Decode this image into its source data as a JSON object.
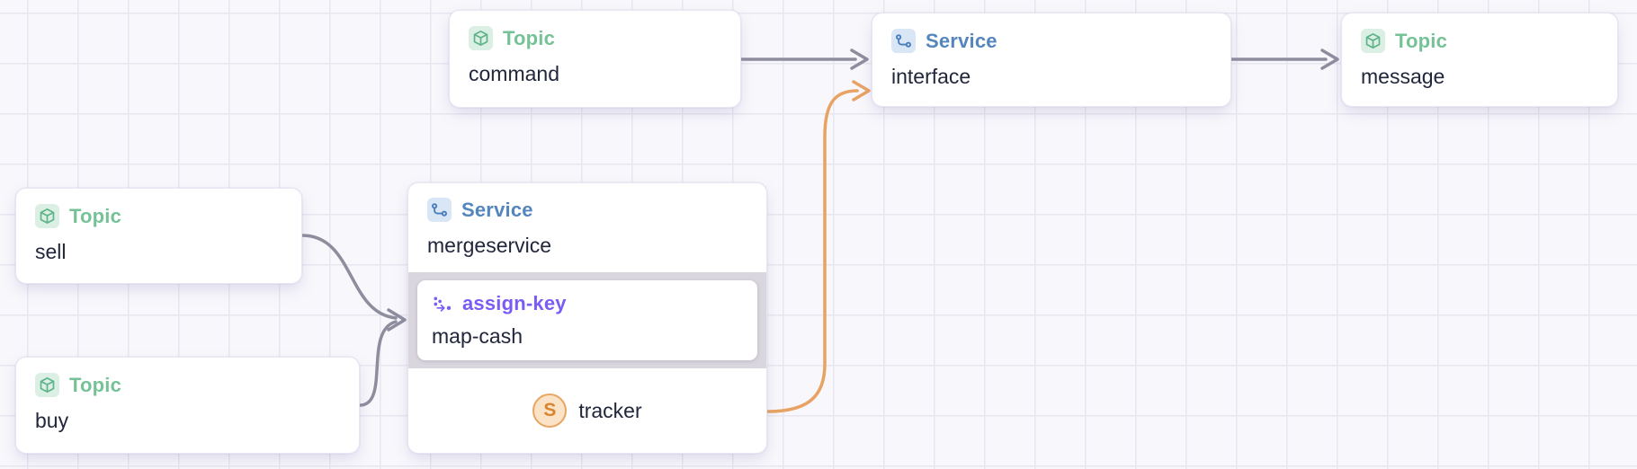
{
  "canvas": {
    "background": "#f8f7fb",
    "grid_color": "#e8e6ef"
  },
  "palette": {
    "topic_accent": "#76c297",
    "service_accent": "#5486bd",
    "transform_accent": "#7a5cf5",
    "edge_gray": "#8e8d9e",
    "edge_orange": "#e8a263"
  },
  "nodes": {
    "command": {
      "type_label": "Topic",
      "name": "command"
    },
    "interface": {
      "type_label": "Service",
      "name": "interface"
    },
    "message": {
      "type_label": "Topic",
      "name": "message"
    },
    "sell": {
      "type_label": "Topic",
      "name": "sell"
    },
    "buy": {
      "type_label": "Topic",
      "name": "buy"
    },
    "mergeservice": {
      "type_label": "Service",
      "name": "mergeservice",
      "transform": {
        "type_label": "assign-key",
        "name": "map-cash"
      },
      "consumer": {
        "badge": "S",
        "name": "tracker"
      }
    }
  },
  "edges": [
    {
      "from": "command",
      "to": "interface",
      "color": "gray"
    },
    {
      "from": "interface",
      "to": "message",
      "color": "gray"
    },
    {
      "from": "sell",
      "to": "mergeservice",
      "color": "gray"
    },
    {
      "from": "buy",
      "to": "mergeservice",
      "color": "gray"
    },
    {
      "from": "mergeservice.tracker",
      "to": "interface",
      "color": "orange"
    }
  ]
}
